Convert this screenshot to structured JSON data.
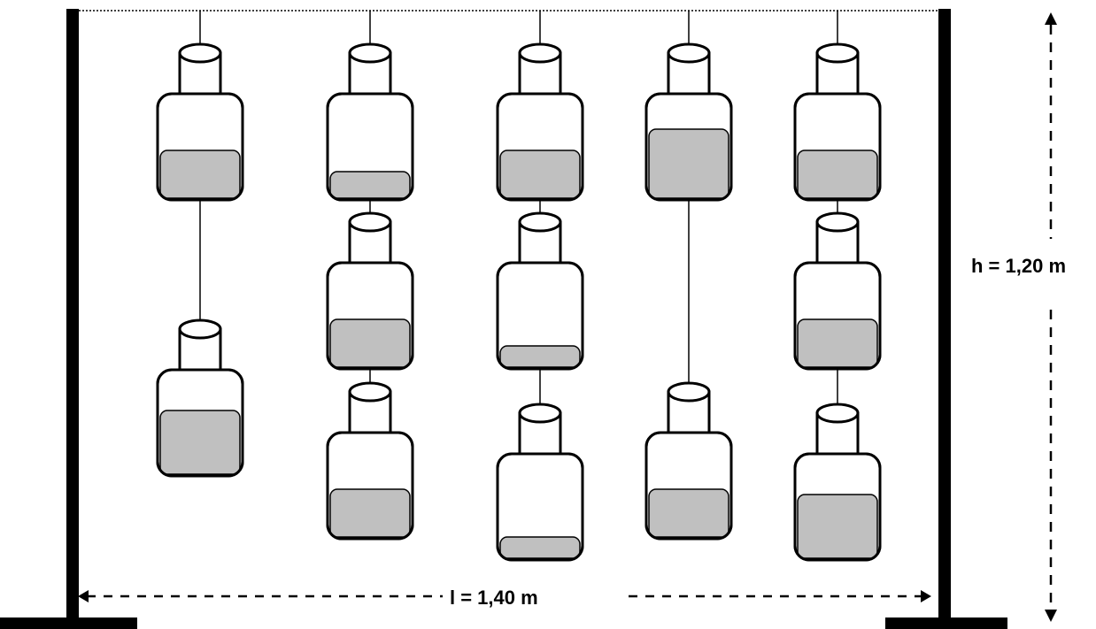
{
  "dimensions": {
    "width_label": "l = 1,40 m",
    "height_label": "h = 1,20 m"
  },
  "colors": {
    "liquid": "#c0c0c0",
    "frame": "#000000"
  },
  "columns": [
    {
      "name": "column-1",
      "bottles": [
        {
          "fill_fraction": 0.45
        },
        {
          "fill_fraction": 0.6
        }
      ]
    },
    {
      "name": "column-2",
      "bottles": [
        {
          "fill_fraction": 0.25
        },
        {
          "fill_fraction": 0.45
        },
        {
          "fill_fraction": 0.45
        }
      ]
    },
    {
      "name": "column-3",
      "bottles": [
        {
          "fill_fraction": 0.45
        },
        {
          "fill_fraction": 0.2
        },
        {
          "fill_fraction": 0.2
        }
      ]
    },
    {
      "name": "column-4",
      "bottles": [
        {
          "fill_fraction": 0.65
        },
        {
          "fill_fraction": 0.45
        }
      ]
    },
    {
      "name": "column-5",
      "bottles": [
        {
          "fill_fraction": 0.45
        },
        {
          "fill_fraction": 0.45
        },
        {
          "fill_fraction": 0.6
        }
      ]
    }
  ]
}
